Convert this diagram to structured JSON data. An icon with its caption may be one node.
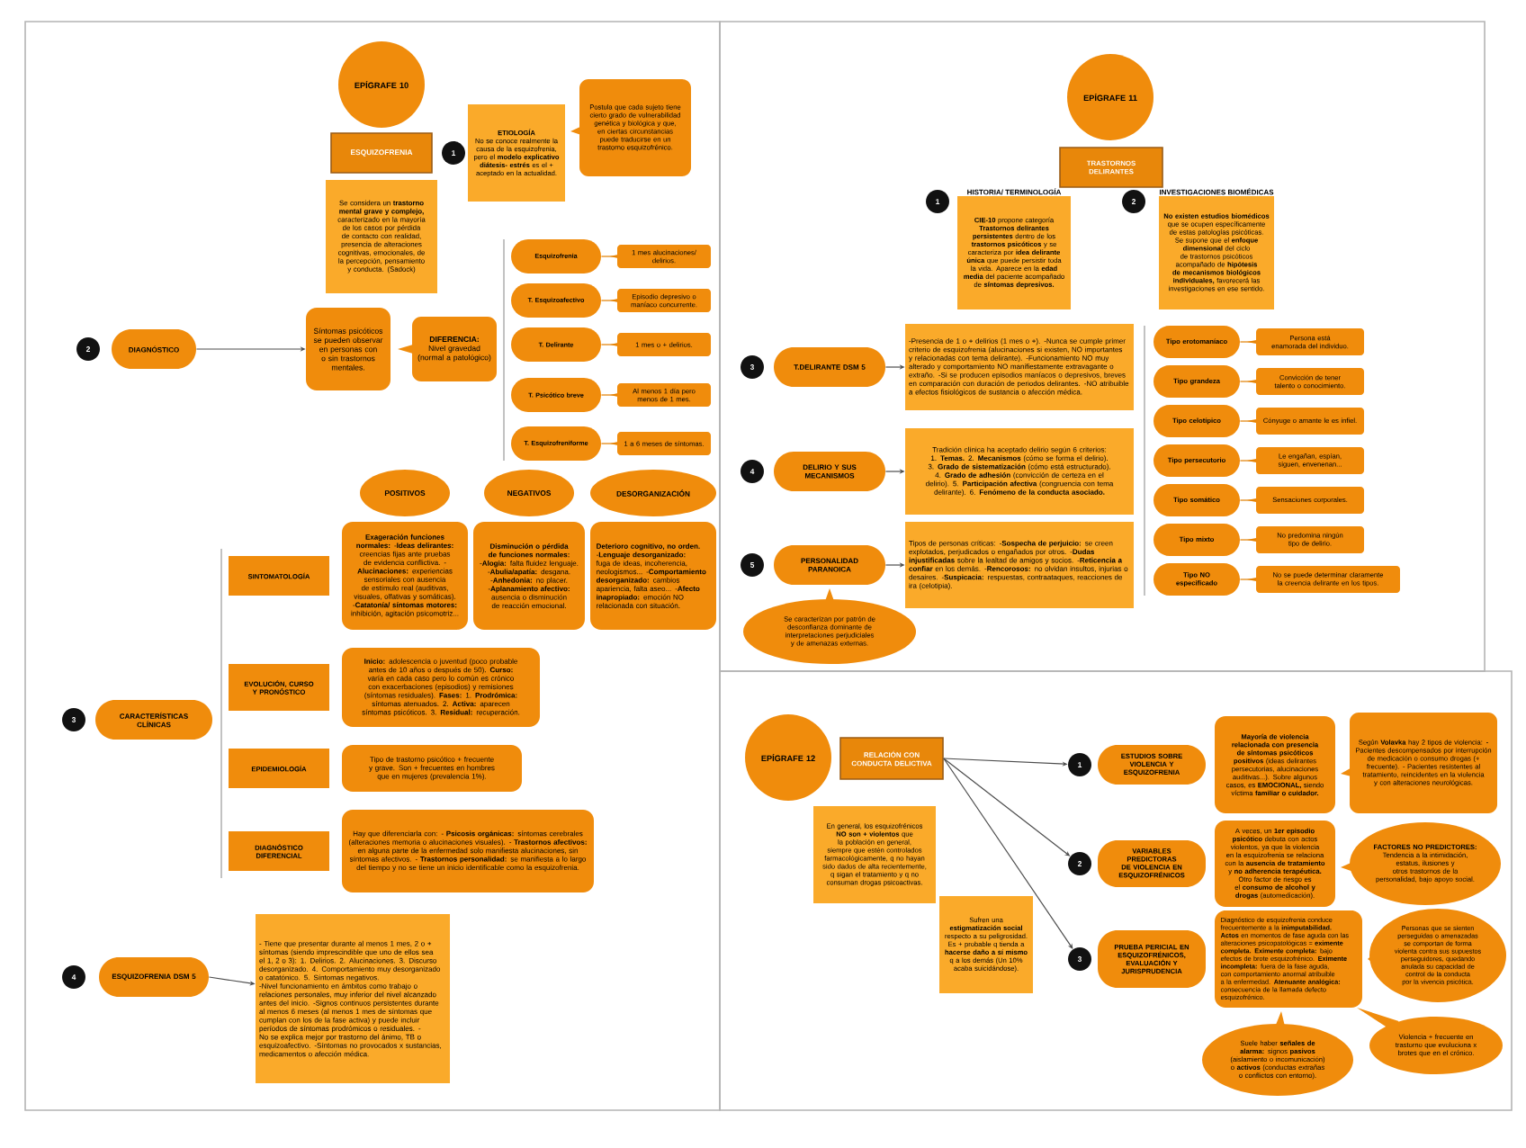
{
  "diagram": {
    "nodes": [
      {
        "text": [
          "EPÍGRAFE 10"
        ]
      },
      {
        "text": [
          "ESQUIZOFRENIA"
        ]
      },
      {
        "text": [
          "1"
        ]
      },
      {
        "text": [
          "ETIOLOGÍA",
          "No se conoce realmente la causa de la esquizofrenia, pero el **modelo explicativo diátesis- estrés** es el + aceptado en la actualidad."
        ]
      },
      {
        "text": [
          "Postula que cada sujeto tiene cierto grado de vulnerabilidad genética y biológica y que, en ciertas circunstancias puede traducirse en un trastorno esquizofrénico."
        ]
      },
      {
        "text": [
          "Se considera un **trastorno mental grave y complejo,** caracterizado en la mayoría de los casos por pérdida de contacto con realidad, presencia de alteraciones cognitivas, emocionales, de la percepción, pensamiento y conducta. (Sadock)"
        ]
      },
      {
        "text": [
          "2"
        ]
      },
      {
        "text": [
          "DIAGNÓSTICO"
        ]
      },
      {
        "text": [
          "Síntomas psicóticos se pueden observar en personas con o sin trastornos mentales."
        ]
      },
      {
        "text": [
          "**DIFERENCIA:** Nivel gravedad (normal a patológico)"
        ]
      },
      {
        "text": [
          "Esquizofrenia"
        ]
      },
      {
        "text": [
          "1 mes alucinaciones/ delirios."
        ]
      },
      {
        "text": [
          "T. Esquizoafectivo"
        ]
      },
      {
        "text": [
          "Episodio depresivo o maníaco concurrente."
        ]
      },
      {
        "text": [
          "T. Delirante"
        ]
      },
      {
        "text": [
          "1 mes o + delirios."
        ]
      },
      {
        "text": [
          "T. Psicótico breve"
        ]
      },
      {
        "text": [
          "Al menos 1 día pero menos de 1 mes."
        ]
      },
      {
        "text": [
          "T. Esquizofreniforme"
        ]
      },
      {
        "text": [
          "1 a 6 meses de síntomas."
        ]
      },
      {
        "text": [
          "POSITIVOS"
        ]
      },
      {
        "text": [
          "NEGATIVOS"
        ]
      },
      {
        "text": [
          "DESORGANIZACIÓN"
        ]
      },
      {
        "text": [
          "3"
        ]
      },
      {
        "text": [
          "CARACTERÍSTICAS CLÍNICAS"
        ]
      },
      {
        "text": [
          "SINTOMATOLOGÍA"
        ]
      },
      {
        "text": [
          "**Exageración funciones normales:** -**Ideas delirantes:** creencias fijas ante pruebas de evidencia conflictiva. -**Alucinaciones:** experiencias sensoriales con ausencia de estímulo real (auditivas, visuales, olfativas y somáticas). -**Catatonía/ síntomas motores:** inhibición, agitación psicomotriz..."
        ]
      },
      {
        "text": [
          "**Disminución o pérdida de funciones normales:** -**Alogia:** falta fluidez lenguaje. -**Abulia/apatía:** desgana. -**Anhedonia:** no placer. -**Aplanamiento afectivo:** ausencia o disminución de reacción emocional."
        ]
      },
      {
        "text": [
          "**Deterioro cognitivo, no orden.** -**Lenguaje desorganizado:** fuga de ideas, incoherencia, neologismos... -**Comportamiento desorganizado:** cambios apariencia, falta aseo... -**Afecto inapropiado:** emoción NO relacionada con situación."
        ]
      },
      {
        "text": [
          "EVOLUCIÓN, CURSO Y PRONÓSTICO"
        ]
      },
      {
        "text": [
          "**Inicio:** adolescencia o juventud (poco probable antes de 10 años o después de 50). **Curso:** varía en cada caso pero lo común es crónico con exacerbaciones (episodios) y remisiones (síntomas residuales). **Fases:** 1. **Prodrómica:** síntomas atenuados. 2. **Activa:** aparecen síntomas psicóticos. 3. **Residual:** recuperación."
        ]
      },
      {
        "text": [
          "EPIDEMIOLOGÍA"
        ]
      },
      {
        "text": [
          "Tipo de trastorno psicótico + frecuente y grave. Son + frecuentes en hombres que en mujeres (prevalencia 1%)."
        ]
      },
      {
        "text": [
          "DIAGNÓSTICO DIFERENCIAL"
        ]
      },
      {
        "text": [
          "Hay que diferenciarla con: - **Psicosis orgánicas:** síntomas cerebrales (alteraciones memoria o alucinaciones visuales). - **Trastornos afectivos:** en alguna parte de la enfermedad solo manifiesta alucinaciones, sin síntomas afectivos. - **Trastornos personalidad:** se manifiesta a lo largo del tiempo y no se tiene un inicio identificable como la esquizofrenia."
        ]
      },
      {
        "text": [
          "4"
        ]
      },
      {
        "text": [
          "ESQUIZOFRENIA DSM 5"
        ]
      },
      {
        "text": [
          "- Tiene que presentar durante al menos 1 mes, 2 o + síntomas (siendo imprescindible que uno de ellos sea el 1, 2 o 3): 1. Delirios. 2. Alucinaciones. 3. Discurso desorganizado. 4. Comportamiento muy desorganizado o catatónico. 5. Síntomas negativos.",
          "-Nivel funcionamiento en ámbitos como trabajo o relaciones personales, muy inferior del nivel alcanzado antes del inicio. -Signos continuos persistentes durante al menos 6 meses (al menos 1 mes de síntomas que cumplan con los de la fase activa) y puede incluir períodos de síntomas prodrómicos o residuales. -No se explica mejor por trastorno del ánimo, TB o esquizoafectivo. -Síntomas no provocados x sustancias, medicamentos o afección médica."
        ]
      },
      {
        "text": [
          "EPÍGRAFE 11"
        ]
      },
      {
        "text": [
          "TRASTORNOS DELIRANTES"
        ]
      },
      {
        "text": [
          "1"
        ]
      },
      {
        "text": [
          "HISTORIA/ TERMINOLOGÍA",
          "**CIE-10** propone categoría **Trastornos delirantes persistentes** dentro de los **trastornos psicóticos** y se caracteriza por **idea delirante única** que puede persistir toda la vida. Aparece en la **edad media** del paciente acompañado de **síntomas depresivos.**"
        ]
      },
      {
        "text": [
          "2"
        ]
      },
      {
        "text": [
          "INVESTIGACIONES BIOMÉDICAS",
          "**No existen estudios biomédicos** que se ocupen específicamente de estas patologías psicóticas. Se supone que el **enfoque dimensional** del ciclo de trastornos psicóticos acompañado de **hipótesis de mecanismos biológicos individuales,** favorecerá las investigaciones en ese sentido."
        ]
      },
      {
        "text": [
          "3"
        ]
      },
      {
        "text": [
          "T.DELIRANTE DSM 5"
        ]
      },
      {
        "text": [
          "-Presencia de 1 o + delirios (1 mes o +). -Nunca se cumple primer criterio de esquizofrenia (alucinaciones si existen, NO importantes y relacionadas con tema delirante). -Funcionamiento NO muy alterado y comportamiento NO manifiestamente extravagante o extraño. -Si se producen episodios maníacos o depresivos, breves en comparación con duración de periodos delirantes. -NO atribuible a efectos fisiológicos de sustancia o afección médica."
        ]
      },
      {
        "text": [
          "Tipo erotomaníaco"
        ]
      },
      {
        "text": [
          "Persona está enamorada del individuo."
        ]
      },
      {
        "text": [
          "Tipo grandeza"
        ]
      },
      {
        "text": [
          "Convicción de tener talento o conocimiento."
        ]
      },
      {
        "text": [
          "Tipo celotípico"
        ]
      },
      {
        "text": [
          "Cónyuge o amante le es infiel."
        ]
      },
      {
        "text": [
          "Tipo persecutorio"
        ]
      },
      {
        "text": [
          "Le engañan, espían, siguen, envenenan..."
        ]
      },
      {
        "text": [
          "Tipo somático"
        ]
      },
      {
        "text": [
          "Sensaciones corporales."
        ]
      },
      {
        "text": [
          "Tipo mixto"
        ]
      },
      {
        "text": [
          "No predomina ningún tipo de delirio."
        ]
      },
      {
        "text": [
          "Tipo NO especificado"
        ]
      },
      {
        "text": [
          "No se puede determinar claramente la creencia delirante en los tipos."
        ]
      },
      {
        "text": [
          "4"
        ]
      },
      {
        "text": [
          "DELIRIO Y SUS MECANISMOS"
        ]
      },
      {
        "text": [
          "Tradición clínica ha aceptado delirio según 6 criterios: 1. **Temas.** 2. **Mecanismos** (cómo se forma el delirio). 3. **Grado de sistematización** (cómo está estructurado). 4. **Grado de adhesión** (convicción de certeza en el delirio). 5. **Participación afectiva** (congruencia con tema delirante). 6. **Fenómeno de la conducta asociado.**"
        ]
      },
      {
        "text": [
          "5"
        ]
      },
      {
        "text": [
          "PERSONALIDAD PARANOICA"
        ]
      },
      {
        "text": [
          "Tipos de personas críticas: -**Sospecha de perjuicio:** se creen explotados, perjudicados o engañados por otros. -**Dudas injustificadas** sobre la lealtad de amigos y socios. -**Reticencia a confiar** en los demás. -**Rencorosos:** no olvidan insultos, injurias o desaires. -**Suspicacia:** respuestas, contraataques, reacciones de ira (celotipia)."
        ]
      },
      {
        "text": [
          "Se caracterizan por patrón de desconfianza dominante de interpretaciones perjudiciales y de amenazas externas."
        ]
      },
      {
        "text": [
          "EPÍGRAFE 12"
        ]
      },
      {
        "text": [
          "RELACIÓN CON CONDUCTA DELICTIVA"
        ]
      },
      {
        "text": [
          "En general, los esquizofrénicos **NO son + violentos** que la población en general, siempre que estén controlados farmacológicamente, q no hayan sido dados de alta recientemente, q sigan el tratamiento y q no consuman drogas psicoactivas."
        ]
      },
      {
        "text": [
          "Sufren una **estigmatización social** respecto a su peligrosidad. Es + probable q tienda a **hacerse daño a sí mismo** q a los demás (Un 10% acaba suicidándose)."
        ]
      },
      {
        "text": [
          "1"
        ]
      },
      {
        "text": [
          "ESTUDIOS SOBRE VIOLENCIA Y ESQUIZOFRENIA"
        ]
      },
      {
        "text": [
          "**Mayoría de violencia relacionada con presencia de síntomas psicóticos positivos** (ideas delirantes persecutorias, alucinaciones auditivas...). Sobre algunos casos, es **EMOCIONAL,** siendo víctima **familiar o cuidador.**"
        ]
      },
      {
        "text": [
          "Según **Volavka** hay 2 tipos de violencia: - Pacientes descompensados por interrupción de medicación o consumo drogas (+ frecuente). - Pacientes resistentes al tratamiento, reincidentes en la violencia y con alteraciones neurológicas."
        ]
      },
      {
        "text": [
          "2"
        ]
      },
      {
        "text": [
          "VARIABLES PREDICTORAS DE VIOLENCIA EN ESQUIZOFRÉNICOS"
        ]
      },
      {
        "text": [
          "A veces, un **1er episodio psicótico** debuta con actos violentos, ya que la violencia en la esquizofrenia se relaciona con la **ausencia de tratamiento** y **no adherencia terapéutica.** Otro factor de riesgo es el **consumo de alcohol y drogas** (automedicación)."
        ]
      },
      {
        "text": [
          "**FACTORES NO PREDICTORES:** Tendencia a la intimidación, estatus, ilusiones y otros trastornos de la personalidad, bajo apoyo social."
        ]
      },
      {
        "text": [
          "3"
        ]
      },
      {
        "text": [
          "PRUEBA PERICIAL EN ESQUIZOFRÉNICOS, EVALUACIÓN Y JURISPRUDENCIA"
        ]
      },
      {
        "text": [
          "Diagnóstico de esquizofrenia conduce frecuentemente a la **inimputabilidad.** **Actos** en momentos de fase aguda con las alteraciones psicopatológicas = **eximente completa.** **Eximente completa:** bajo efectos de brote esquizofrénico. **Eximente incompleta:** fuera de la fase aguda, con comportamiento anormal atribuible a la enfermedad. **Atenuante analógica:** consecuencia de la llamada defecto esquizofrénico."
        ]
      },
      {
        "text": [
          "Personas que se sienten perseguidas o amenazadas se comportan de forma violenta contra sus supuestos perseguidores, quedando anulada su capacidad de control de la conducta por la vivencia psicótica."
        ]
      },
      {
        "text": [
          "Violencia + frecuente en trastorno que evoluciona x brotes que en el crónico."
        ]
      },
      {
        "text": [
          "Suele haber **señales de alarma:** signos **pasivos** (aislamiento o incomunicación) o **activos** (conductas extrañas o conflictos con entorno)."
        ]
      }
    ],
    "edges": [
      {
        "from": 7,
        "to": 8,
        "arrow": "to",
        "color": "#4d4d4d"
      },
      {
        "from": 10,
        "to": 11,
        "arrow": "none"
      },
      {
        "from": 12,
        "to": 13,
        "arrow": "none"
      },
      {
        "from": 14,
        "to": 15,
        "arrow": "none"
      },
      {
        "from": 16,
        "to": 17,
        "arrow": "none"
      },
      {
        "from": 18,
        "to": 19,
        "arrow": "none"
      },
      {
        "from": 36,
        "to": 37,
        "arrow": "to",
        "color": "#4d4d4d"
      },
      {
        "from": 45,
        "to": 46,
        "arrow": "to",
        "color": "#4d4d4d"
      },
      {
        "from": 47,
        "to": 48,
        "arrow": "none"
      },
      {
        "from": 49,
        "to": 50,
        "arrow": "none"
      },
      {
        "from": 51,
        "to": 52,
        "arrow": "none"
      },
      {
        "from": 53,
        "to": 54,
        "arrow": "none"
      },
      {
        "from": 55,
        "to": 56,
        "arrow": "none"
      },
      {
        "from": 57,
        "to": 58,
        "arrow": "none"
      },
      {
        "from": 59,
        "to": 60,
        "arrow": "none"
      },
      {
        "from": 62,
        "to": 63,
        "arrow": "to",
        "color": "#4d4d4d"
      },
      {
        "from": 65,
        "to": 66,
        "arrow": "to",
        "color": "#4d4d4d"
      },
      {
        "from": 69,
        "to": 72,
        "arrow": "to",
        "color": "#4d4d4d"
      },
      {
        "from": 69,
        "to": 76,
        "arrow": "to",
        "color": "#4d4d4d"
      },
      {
        "from": 69,
        "to": 80,
        "arrow": "to",
        "color": "#4d4d4d"
      }
    ]
  }
}
